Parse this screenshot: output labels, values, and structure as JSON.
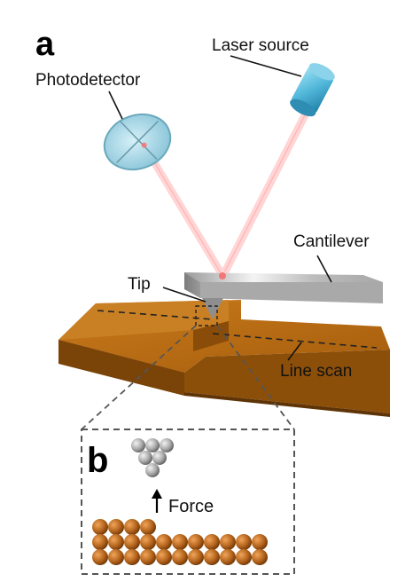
{
  "labels": {
    "panel_a": "a",
    "panel_b": "b",
    "laser_source": "Laser source",
    "photodetector": "Photodetector",
    "cantilever": "Cantilever",
    "tip": "Tip",
    "line_scan": "Line scan",
    "force": "Force"
  },
  "colors": {
    "sample_top": "#b56a12",
    "sample_front": "#7a4307",
    "sample_side": "#915209",
    "laser_beam": "#ff5a5a",
    "laser_body": "#4fb6d8",
    "detector": "#a8d8e8",
    "cantilever": "#b7b7b7",
    "atom_copper": "#b5651d",
    "atom_tip": "#a9a9a9",
    "dash_line": "#333333",
    "inset_border": "#555555"
  },
  "atoms": {
    "tip_cluster_rows": [
      3,
      2,
      1
    ],
    "surface_rows": [
      {
        "count": 4
      },
      {
        "count": 11
      },
      {
        "count": 11
      }
    ]
  }
}
